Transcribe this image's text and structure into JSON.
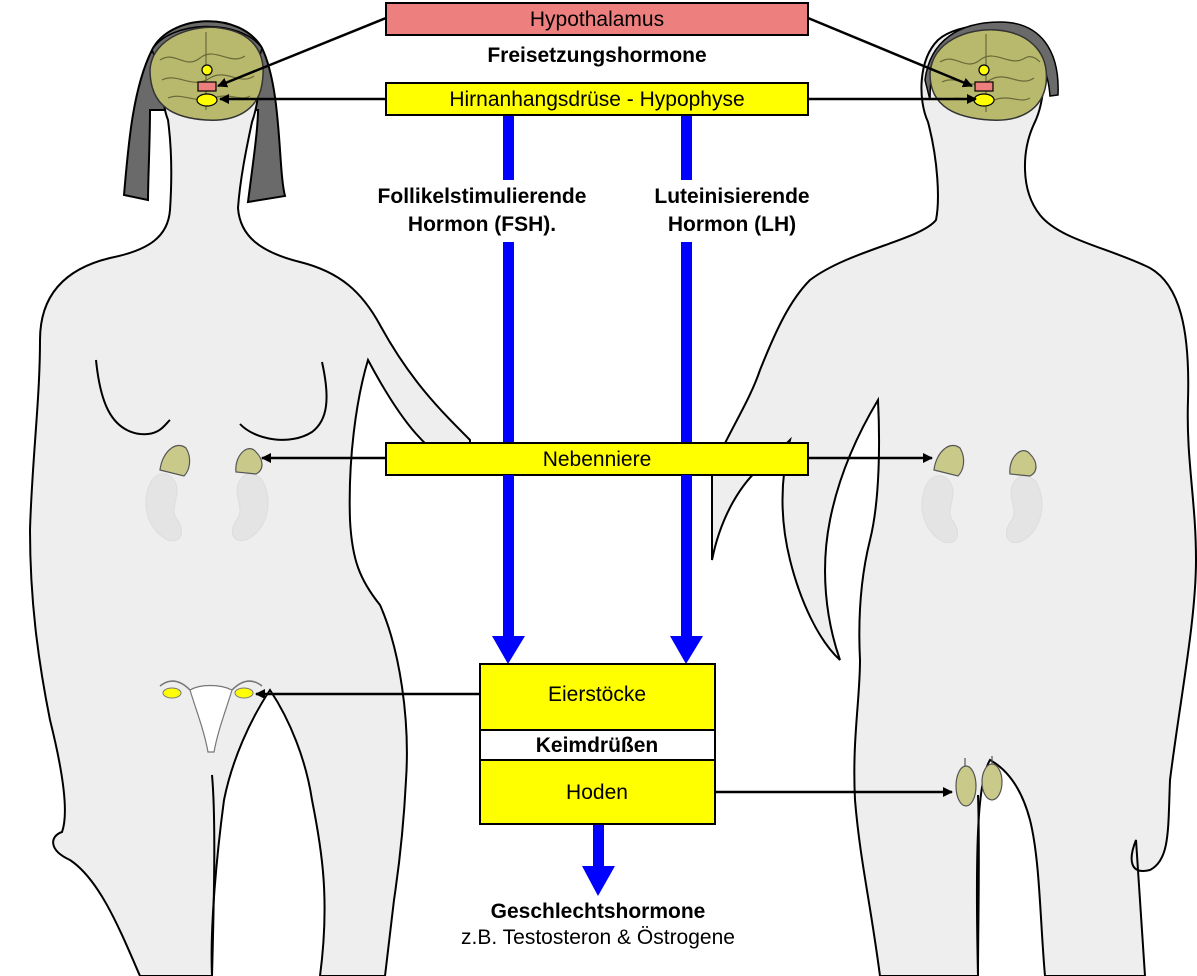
{
  "boxes": {
    "hypothalamus": "Hypothalamus",
    "pituitary": "Hirnanhangsdrüse - Hypophyse",
    "adrenal": "Nebenniere",
    "ovaries": "Eierstöcke",
    "gonads": "Keimdrüßen",
    "testes": "Hoden"
  },
  "labels": {
    "releasing_hormones": "Freisetzungshormone",
    "fsh_line1": "Follikelstimulierende",
    "fsh_line2": "Hormon (FSH).",
    "lh_line1": "Luteinisierende",
    "lh_line2": "Hormon (LH)",
    "sex_hormones_title": "Geschlechtshormone",
    "sex_hormones_examples": "z.B. Testosteron & Östrogene"
  },
  "colors": {
    "hypothalamus_box": "#ee7f7f",
    "gland_box": "#ffff00",
    "hormone_arrow": "#0000ff",
    "body_fill": "#eeeeee",
    "brain": "#b9b96e",
    "hair": "#6a6a6a"
  }
}
